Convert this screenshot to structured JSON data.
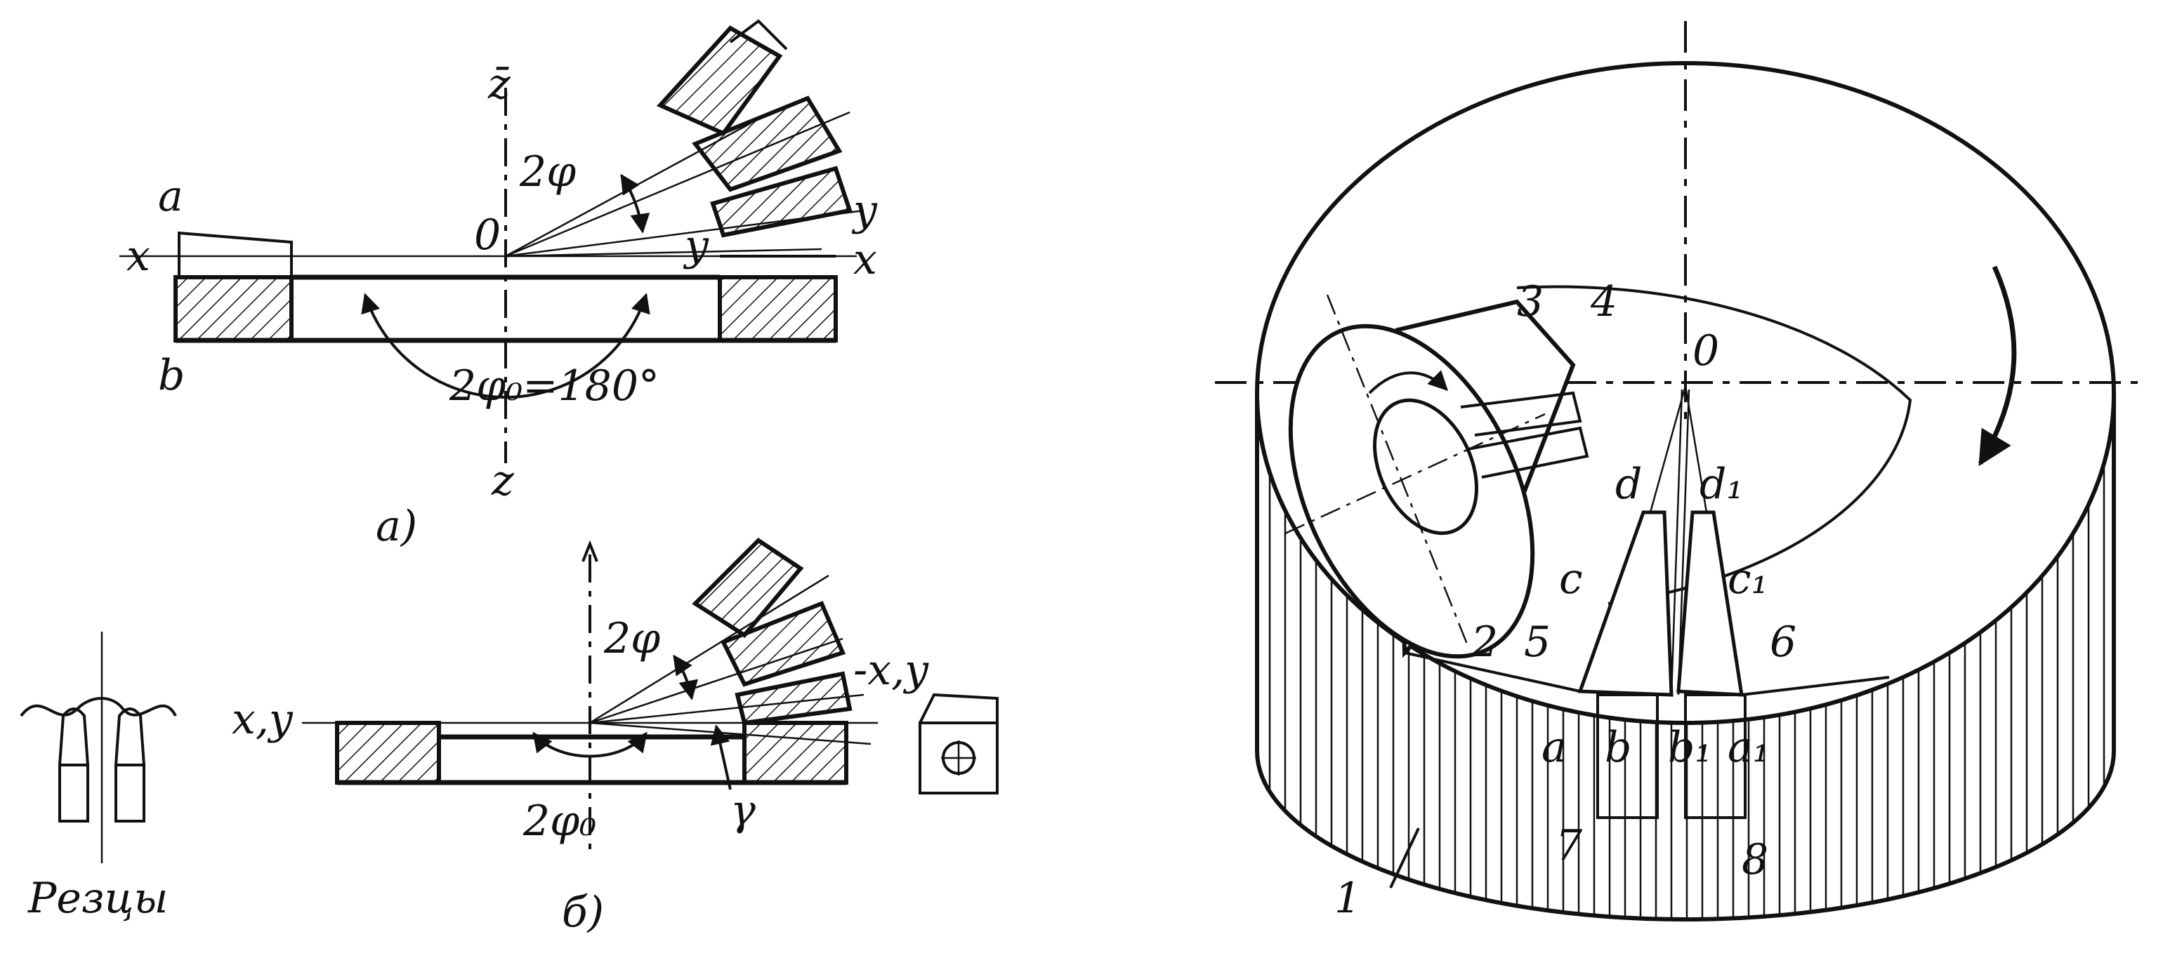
{
  "fig_a": {
    "caption": "a)",
    "labels": {
      "z_top": "z̄",
      "z_bottom": "z",
      "origin": "0",
      "two_phi": "2φ",
      "two_phi0_eq": "2φ₀=180°",
      "x_left": "x",
      "x_right": "x",
      "y_inner": "y",
      "y_outer": "y",
      "a": "a",
      "b": "b"
    }
  },
  "fig_b": {
    "caption": "б)",
    "labels": {
      "two_phi": "2φ",
      "two_phi0": "2φ₀",
      "xy_left": "x,y",
      "xy_right": "-x,y",
      "gamma": "γ",
      "cutters": "Резцы"
    }
  },
  "fig_c": {
    "labels": {
      "origin": "0",
      "n1": "1",
      "n2": "2",
      "n3": "3",
      "n4": "4",
      "n5": "5",
      "n6": "6",
      "n7": "7",
      "n8": "8",
      "a": "a",
      "a1": "a₁",
      "b": "b",
      "b1": "b₁",
      "c": "c",
      "c1": "c₁",
      "d": "d",
      "d1": "d₁"
    }
  }
}
